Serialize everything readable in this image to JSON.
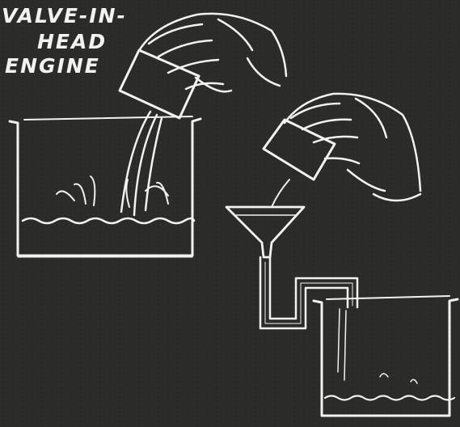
{
  "title": {
    "line1": "VALVE-IN-",
    "line2": "HEAD",
    "line3": "ENGINE"
  },
  "colors": {
    "background": "#2b2b29",
    "chalk": "#f2f2ee"
  }
}
